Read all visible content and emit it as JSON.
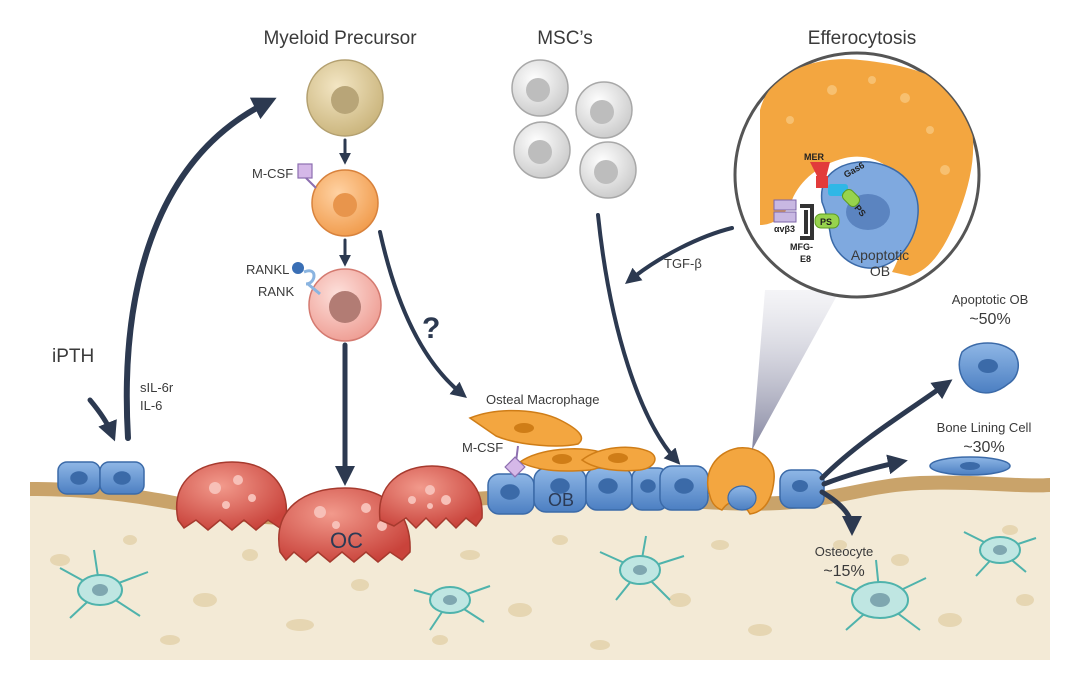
{
  "labels": {
    "myeloid_precursor": "Myeloid Precursor",
    "mscs": "MSC’s",
    "efferocytosis": "Efferocytosis",
    "mcsf_top": "M-CSF",
    "rankl": "RANKL",
    "rank": "RANK",
    "question": "?",
    "ipth": "iPTH",
    "sil6r": "sIL-6r",
    "il6": "IL-6",
    "tgf_beta": "TGF-β",
    "osteal_macrophage": "Osteal Macrophage",
    "mcsf_bottom": "M-CSF",
    "ob": "OB",
    "oc": "OC",
    "apoptotic_ob_inset_1": "Apoptotic",
    "apoptotic_ob_inset_2": "OB",
    "mer": "MER",
    "gas6": "Gas6",
    "ps_1": "PS",
    "ps_2": "PS",
    "integrin": "αvβ3",
    "mfg_1": "MFG-",
    "mfg_2": "E8",
    "apoptotic_ob": "Apoptotic OB",
    "apoptotic_ob_pct": "~50%",
    "bone_lining_cell": "Bone Lining Cell",
    "bone_lining_pct": "~30%",
    "osteocyte": "Osteocyte",
    "osteocyte_pct": "~15%"
  },
  "colors": {
    "arrow": "#2c3950",
    "osteoblast": "#5b8fcf",
    "osteoclast": "#d9534f",
    "macrophage": "#f0a030",
    "bone": "#f3ead6",
    "bone_edge": "#c9a36a",
    "osteocyte": "#5bbdb7",
    "msc": "#d9d9d9"
  }
}
